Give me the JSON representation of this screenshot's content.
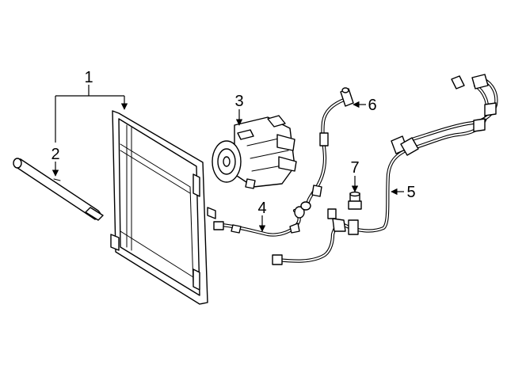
{
  "callouts": [
    {
      "id": "1",
      "text": "1"
    },
    {
      "id": "2",
      "text": "2"
    },
    {
      "id": "3",
      "text": "3"
    },
    {
      "id": "4",
      "text": "4"
    },
    {
      "id": "5",
      "text": "5"
    },
    {
      "id": "6",
      "text": "6"
    },
    {
      "id": "7",
      "text": "7"
    }
  ],
  "colors": {
    "line": "#000000",
    "background": "#ffffff"
  }
}
